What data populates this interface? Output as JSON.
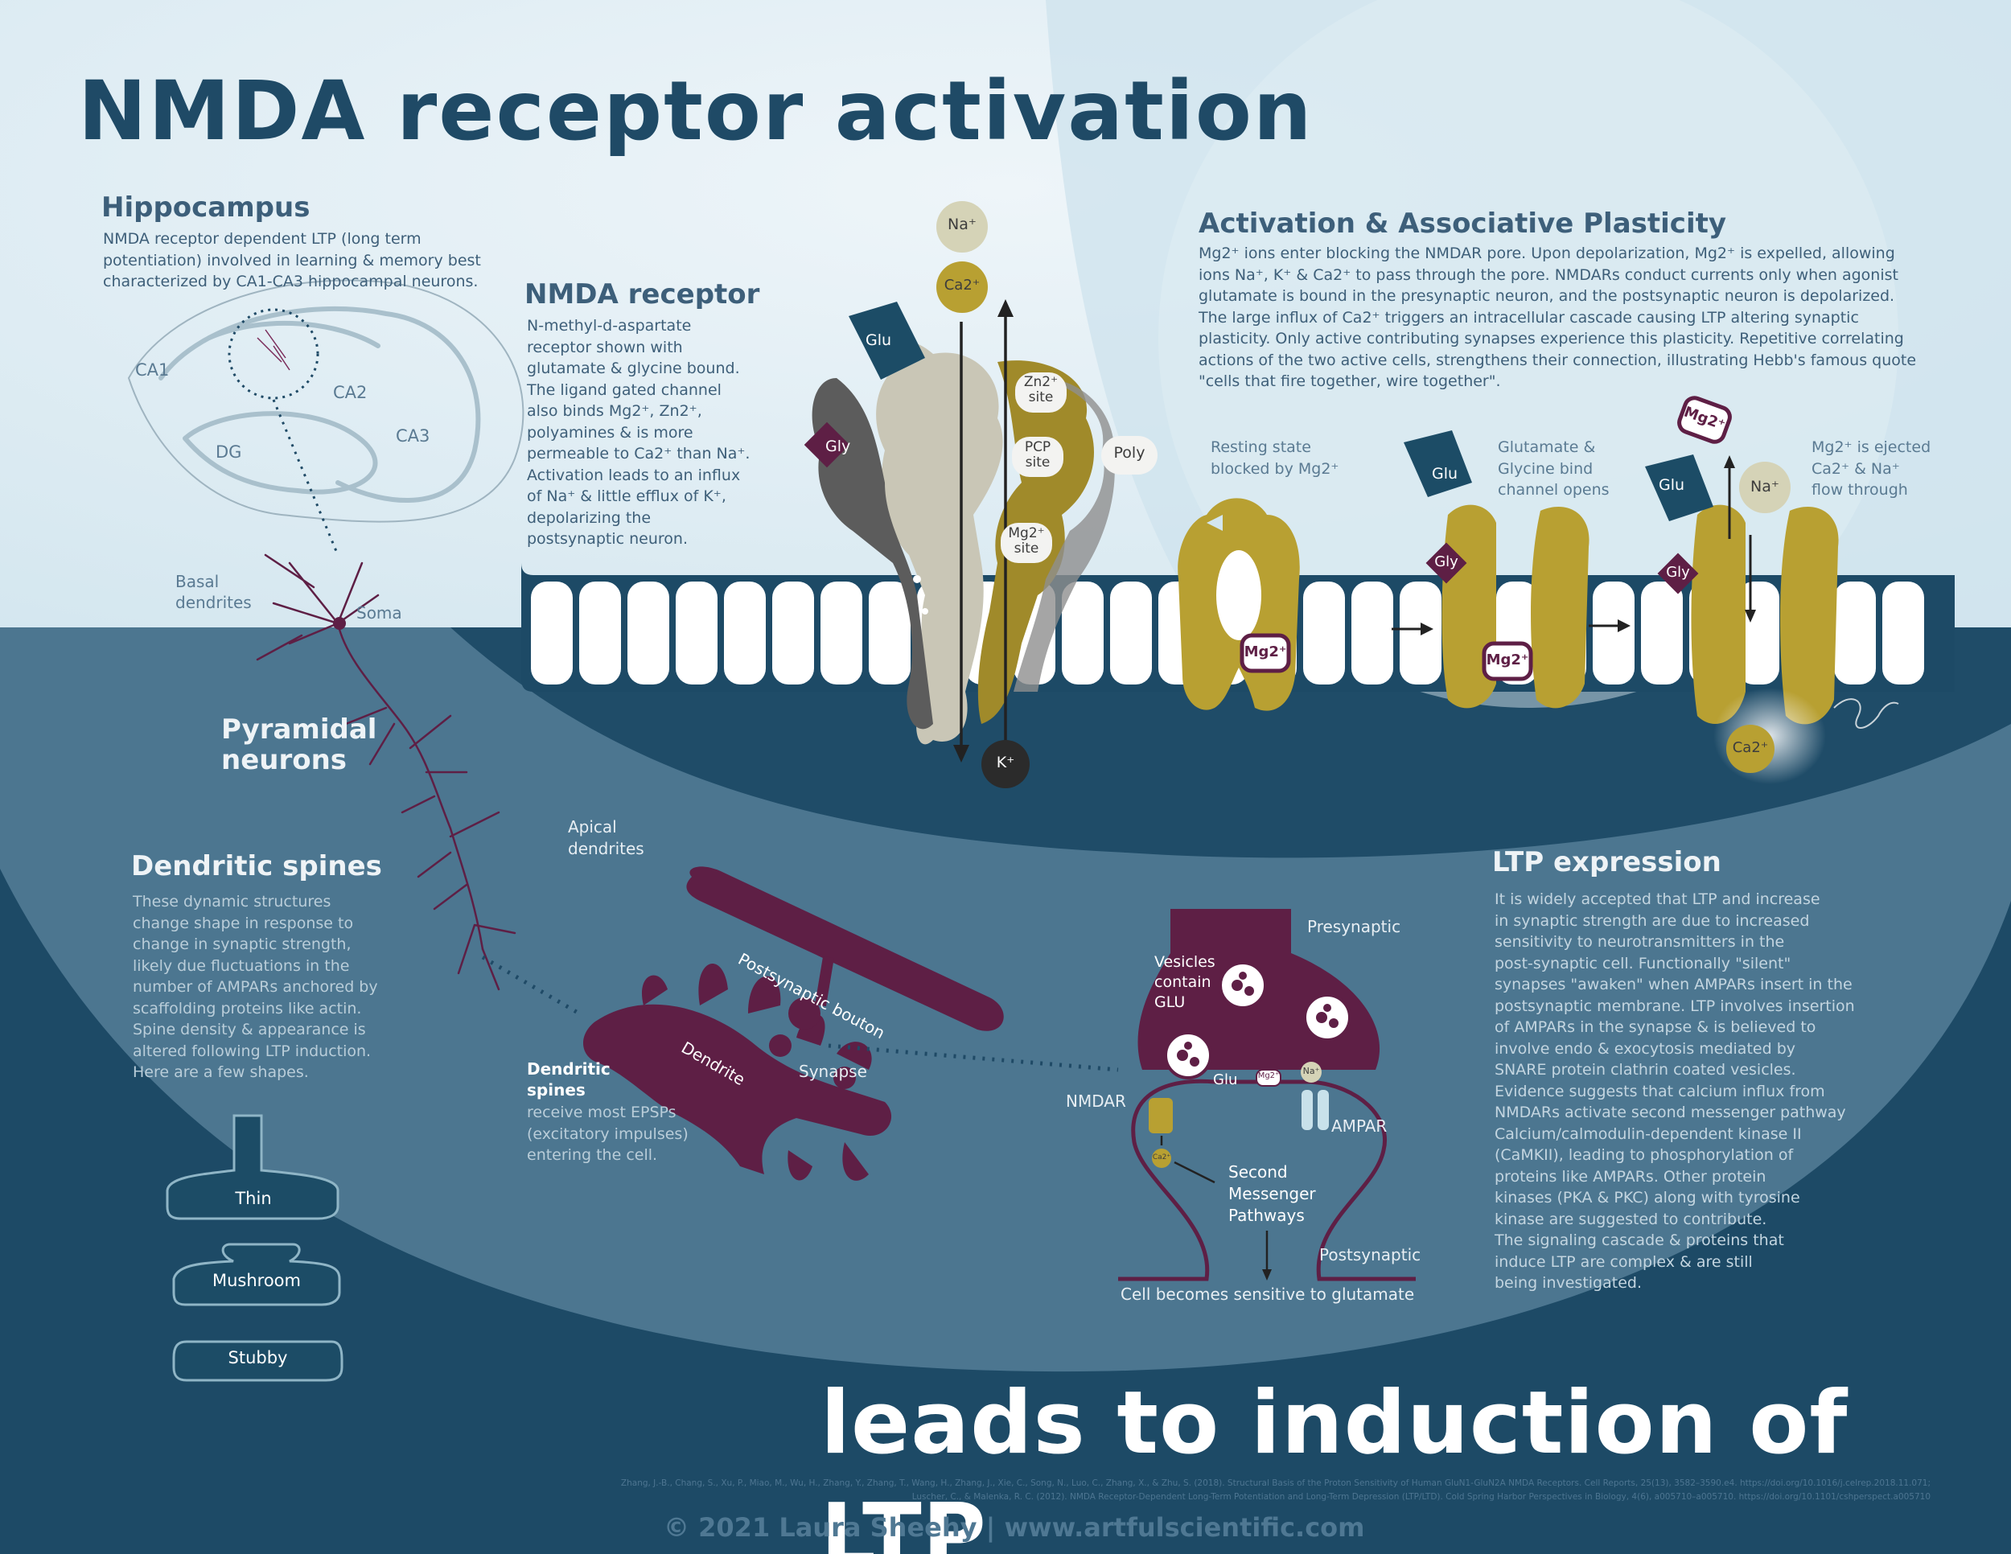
{
  "title": "NMDA receptor activation",
  "bottom_title": "leads to induction of LTP",
  "hippocampus": {
    "heading": "Hippocampus",
    "body": [
      "NMDA receptor dependent LTP (long term",
      "potentiation) involved in learning & memory best",
      "characterized by CA1-CA3 hippocampal neurons."
    ],
    "labels": {
      "ca1": "CA1",
      "ca2": "CA2",
      "ca3": "CA3",
      "dg": "DG"
    }
  },
  "nmda_receptor": {
    "heading": "NMDA receptor",
    "body": [
      "N-methyl-d-aspartate",
      "receptor shown with",
      "glutamate & glycine bound.",
      "The ligand gated channel",
      "also binds Mg2⁺, Zn2⁺,",
      "polyamines & is more",
      "permeable to Ca2⁺ than Na⁺.",
      "Activation leads to an influx",
      "of Na⁺ & little efflux of K⁺,",
      "depolarizing the",
      "postsynaptic neuron."
    ]
  },
  "structure_labels": {
    "na": "Na⁺",
    "ca": "Ca2⁺",
    "k": "K⁺",
    "glu": "Glu",
    "gly": "Gly",
    "zn_site": [
      "Zn2⁺",
      "site"
    ],
    "pcp_site": [
      "PCP",
      "site"
    ],
    "mg_site": [
      "Mg2⁺",
      "site"
    ],
    "poly": "Poly"
  },
  "activation": {
    "heading": "Activation & Associative Plasticity",
    "body": [
      "Mg2⁺ ions enter blocking the NMDAR pore. Upon depolarization, Mg2⁺ is expelled, allowing",
      "ions Na⁺, K⁺ & Ca2⁺ to pass through the pore. NMDARs conduct currents only when agonist",
      "glutamate is bound in the presynaptic neuron, and the postsynaptic neuron is depolarized.",
      "The large influx of Ca2⁺ triggers an intracellular cascade causing LTP altering synaptic",
      "plasticity. Only active contributing synapses experience this plasticity. Repetitive correlating",
      "actions of the two active cells, strengthens their connection, illustrating Hebb's famous quote",
      "\"cells that fire together, wire together\"."
    ],
    "step1": [
      "Resting state",
      "blocked by Mg2⁺"
    ],
    "step2": [
      "Glutamate &",
      "Glycine bind",
      "channel opens"
    ],
    "step3": [
      "Mg2⁺ is ejected",
      "Ca2⁺ & Na⁺",
      "flow through"
    ],
    "mg": "Mg2⁺",
    "na": "Na⁺",
    "ca": "Ca2⁺",
    "glu": "Glu",
    "gly": "Gly"
  },
  "neuron": {
    "basal": [
      "Basal",
      "dendrites"
    ],
    "soma": "Soma",
    "pyramidal": [
      "Pyramidal",
      "neurons"
    ],
    "apical": [
      "Apical",
      "dendrites"
    ]
  },
  "spines": {
    "heading": "Dendritic spines",
    "body": [
      "These dynamic structures",
      "change shape in response to",
      "change in synaptic strength,",
      "likely due fluctuations in the",
      "number of AMPARs anchored by",
      "scaffolding proteins like actin.",
      "Spine density & appearance is",
      "altered following LTP induction.",
      "Here are a few shapes."
    ],
    "shapes": [
      "Thin",
      "Mushroom",
      "Stubby"
    ]
  },
  "dendrite": {
    "bouton": "Postsynaptic bouton",
    "dendrite": "Dendrite",
    "synapse": "Synapse",
    "spines_title": [
      "Dendritic",
      "spines"
    ],
    "spines_body": [
      "receive most EPSPs",
      "(excitatory impulses)",
      "entering the cell."
    ]
  },
  "synapse": {
    "presynaptic": "Presynaptic",
    "vesicles": [
      "Vesicles",
      "contain",
      "GLU"
    ],
    "glu": "Glu",
    "mg": "Mg2⁺",
    "na": "Na⁺",
    "nmdar": "NMDAR",
    "ampar": "AMPAR",
    "ca": "Ca2⁺",
    "second": [
      "Second",
      "Messenger",
      "Pathways"
    ],
    "postsynaptic": "Postsynaptic",
    "sensitive": "Cell becomes sensitive to glutamate"
  },
  "ltp": {
    "heading": "LTP expression",
    "body": [
      "It is widely accepted that LTP and increase",
      "in synaptic strength are due to increased",
      "sensitivity to neurotransmitters in the",
      "post-synaptic cell. Functionally \"silent\"",
      "synapses \"awaken\" when AMPARs insert in the",
      "postsynaptic membrane. LTP involves insertion",
      "of AMPARs in the synapse & is believed to",
      "involve endo & exocytosis mediated by",
      "SNARE protein clathrin coated vesicles.",
      "Evidence suggests that calcium influx from",
      "NMDARs activate second messenger pathway",
      "Calcium/calmodulin-dependent kinase II",
      "(CaMKII), leading to phosphorylation of",
      "proteins like AMPARs. Other protein",
      "kinases (PKA & PKC) along with tyrosine",
      "kinase are suggested to contribute.",
      "The signaling cascade & proteins that",
      "induce LTP are complex & are still",
      "being investigated."
    ]
  },
  "references": [
    "Zhang, J.-B., Chang, S., Xu, P., Miao, M., Wu, H., Zhang, Y., Zhang, T., Wang, H., Zhang, J., Xie, C., Song, N., Luo, C., Zhang, X., & Zhu, S. (2018). Structural Basis of the Proton Sensitivity of Human GluN1-GluN2A NMDA Receptors. Cell Reports, 25(13), 3582–3590.e4. https://doi.org/10.1016/j.celrep.2018.11.071;",
    "Luscher, C., & Malenka, R. C. (2012). NMDA Receptor-Dependent Long-Term Potentiation and Long-Term Depression (LTP/LTD). Cold Spring Harbor Perspectives in Biology, 4(6), a005710–a005710. https://doi.org/10.1101/cshperspect.a005710"
  ],
  "footer": "© 2021 Laura Sheehy | www.artfulscientific.com",
  "colors": {
    "navy": "#1f4a66",
    "gold": "#b8a032",
    "maroon": "#5e1f45",
    "teal": "#1c4c66"
  }
}
